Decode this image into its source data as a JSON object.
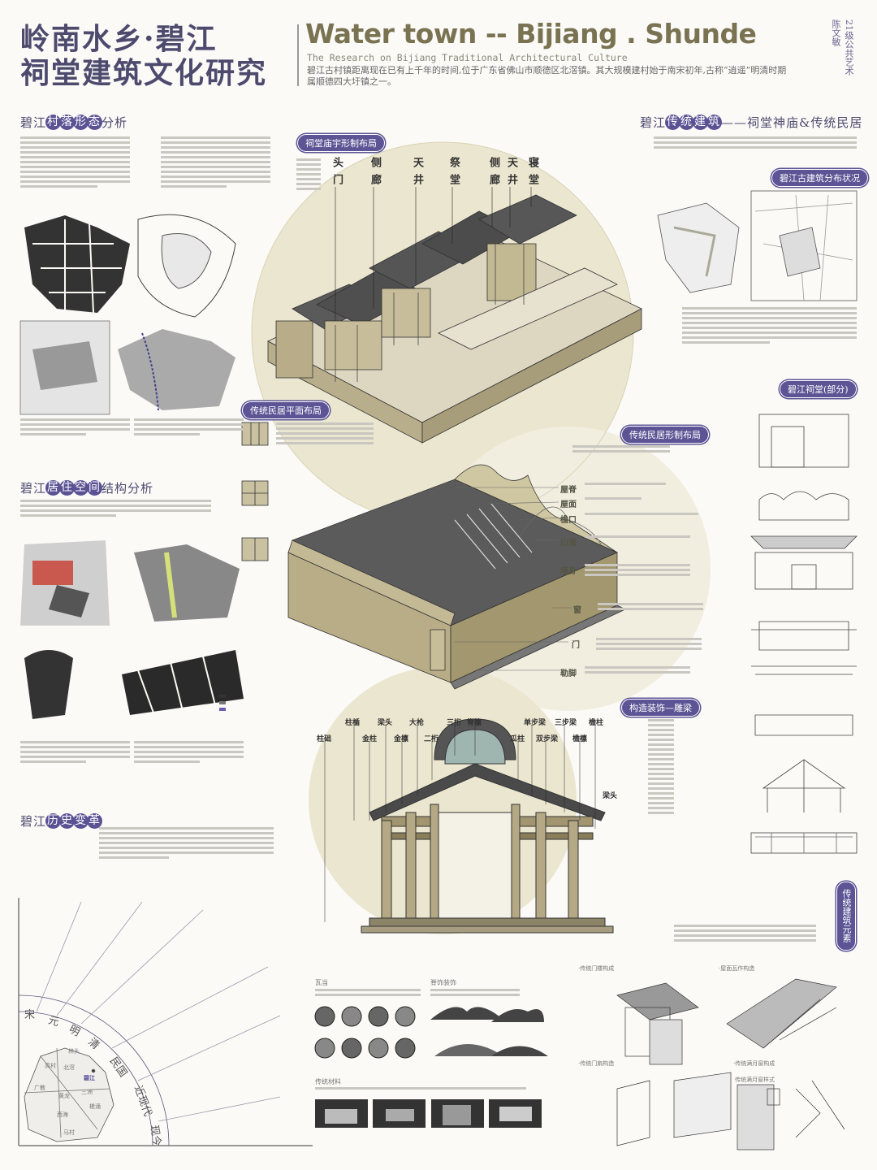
{
  "header": {
    "title_line1": "岭南水乡·碧江",
    "title_line2": "祠堂建筑文化研究",
    "en_title": "Water town -- Bijiang . Shunde",
    "en_subtitle": "The Research on Bijiang Traditional Architectural Culture",
    "intro": "碧江古村镇距离现在已有上千年的时间,位于广东省佛山市顺德区北滘镇。其大规模建村始于南宋初年,古称“逍遥”明清时期属顺德四大圩镇之一。",
    "class": "21级公共艺术",
    "author": "陈文敏"
  },
  "left": {
    "village_heading": {
      "pre": "碧江",
      "circled": [
        "村",
        "落",
        "形",
        "态"
      ],
      "post": "分析"
    },
    "living_heading": {
      "pre": "碧江",
      "circled": [
        "居",
        "住",
        "空",
        "间"
      ],
      "post": "结构分析"
    },
    "history_heading": {
      "pre": "碧江",
      "circled": [
        "历",
        "史",
        "变",
        "革"
      ],
      "post": ""
    },
    "dynasties": [
      "宋",
      "元",
      "明",
      "清",
      "民国",
      "近现代",
      "现今"
    ],
    "towns": [
      "碧江",
      "北滘",
      "林头",
      "三洲",
      "槎涌",
      "黄龙",
      "西海",
      "广教",
      "高村",
      "马村"
    ]
  },
  "center": {
    "temple_pill": "祠堂庙宇形制布局",
    "temple_parts": [
      "头门",
      "侧廊",
      "天井",
      "祭堂",
      "侧廊",
      "天井",
      "寝堂"
    ],
    "plan_pill": "传统民居平面布局",
    "form_pill": "传统民居形制布局",
    "house_parts": [
      "屋脊",
      "屋面",
      "檐口",
      "山墙",
      "墙身",
      "窗",
      "门",
      "勒脚"
    ],
    "carving_pill": "构造装饰—雕梁",
    "beam_labels_top": [
      "柱楯",
      "梁头",
      "大枪",
      "三桁",
      "脊檩",
      "单步梁",
      "三步梁",
      "檐柱"
    ],
    "beam_labels_mid": [
      "柱础",
      "金柱",
      "金檩",
      "二桁",
      "瓜柱",
      "双步梁",
      "檐檩"
    ],
    "beam_label_side": "梁头"
  },
  "right": {
    "heading": {
      "pre": "碧江",
      "circled": [
        "传",
        "统",
        "建",
        "筑"
      ],
      "post": "——祠堂神庙&传统民居"
    },
    "distribution_pill": "碧江古建筑分布状况",
    "ancestral_pill": "碧江祠堂(部分)",
    "elements_pill": "传统建筑元素"
  },
  "bottom": {
    "tile_title": "瓦当",
    "ridge_title": "脊饰装饰",
    "material_title": "传统材料",
    "door_title": "·传统门楼构成",
    "roof_title": "·屋面瓦作构造",
    "door_detail_title": "·传统门扇构造",
    "window_title": "·传统满月窗构成",
    "window_style": "传统满月窗样式"
  },
  "colors": {
    "accent": "#5c5494",
    "title": "#4d4a6e",
    "olive": "#7a7352",
    "beige": "#e9e4cb"
  }
}
